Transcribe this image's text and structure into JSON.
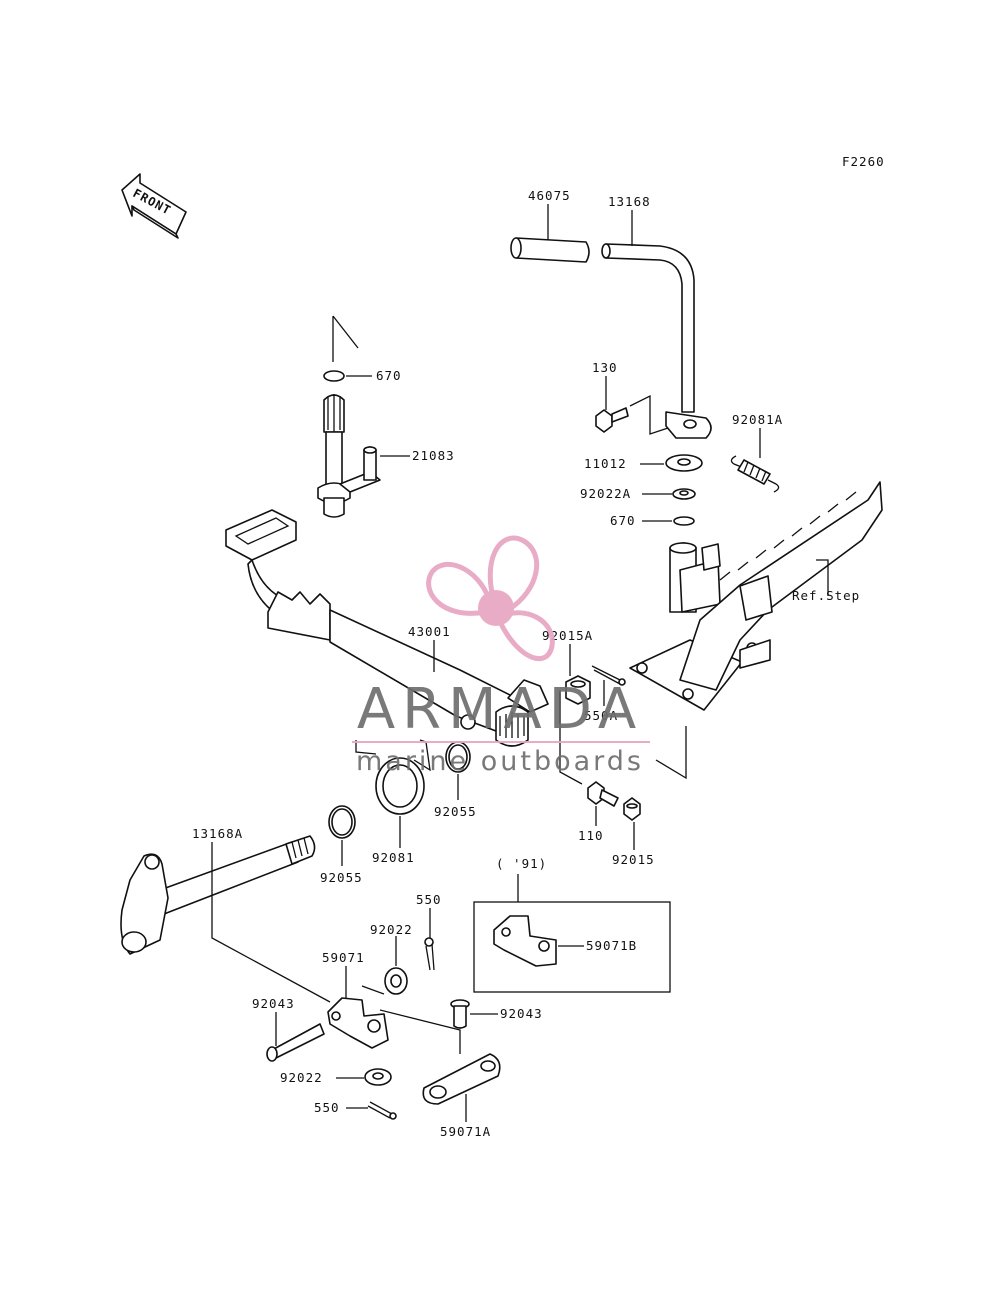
{
  "figure_code": "F2260",
  "front_label": "FRONT",
  "callouts": {
    "c46075": "46075",
    "c13168": "13168",
    "c670_top": "670",
    "c21083": "21083",
    "c130": "130",
    "c92081A": "92081A",
    "c11012": "11012",
    "c92022A": "92022A",
    "c670_mid": "670",
    "c_refstep": "Ref.Step",
    "c43001": "43001",
    "c92015A": "92015A",
    "c550A": "550A",
    "c92055_upper": "92055",
    "c92081": "92081",
    "c110": "110",
    "c92015": "92015",
    "c13168A": "13168A",
    "c92055_lower": "92055",
    "c91": "( '91)",
    "c550_top": "550",
    "c92022_top": "92022",
    "c59071": "59071",
    "c59071B": "59071B",
    "c92043_left": "92043",
    "c92043_right": "92043",
    "c92022_bottom": "92022",
    "c550_bottom": "550",
    "c59071A": "59071A"
  },
  "watermark": {
    "brand": "ARMADA",
    "tagline": "marine outboards",
    "accent_color": "#e8a6c3",
    "text_color": "#6e6e6e"
  }
}
